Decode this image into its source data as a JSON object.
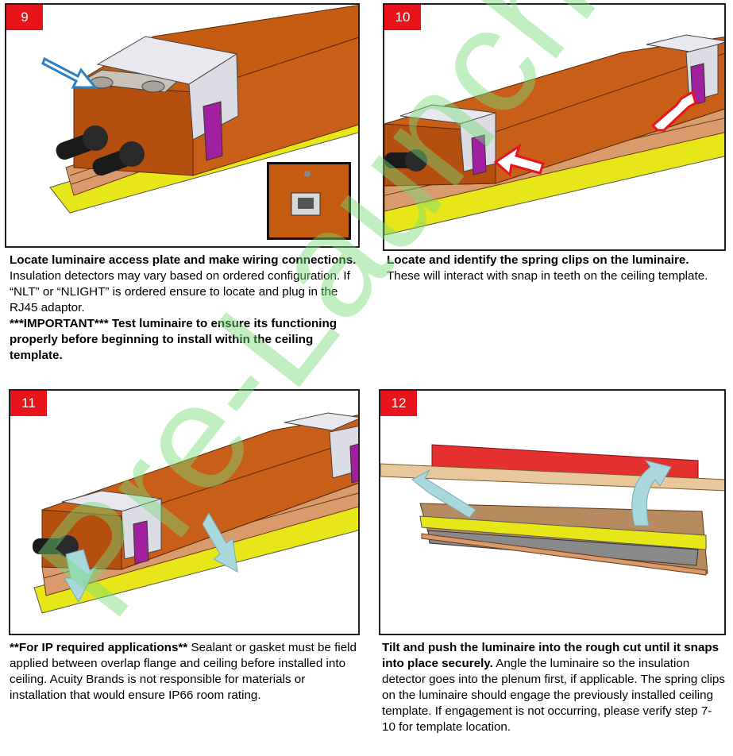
{
  "steps": [
    {
      "number": "9",
      "caption_bold": "Locate luminaire access plate and make wiring connections.",
      "caption_text": " Insulation detectors may vary based on ordered configuration. If “NLT” or “NLIGHT” is ordered ensure to locate and plug in the RJ45 adaptor.",
      "caption_bold2": "***IMPORTANT*** Test luminaire to ensure its functioning properly before beginning to install within the ceiling template."
    },
    {
      "number": "10",
      "caption_bold": "Locate and identify the spring clips on the luminaire.",
      "caption_text": " These will interact with snap in teeth on the ceiling template."
    },
    {
      "number": "11",
      "caption_bold": "**For IP required applications**",
      "caption_text": " Sealant or gasket must be field applied between overlap flange and ceiling before installed into ceiling. Acuity Brands is not responsible for materials or installation that would ensure IP66 room rating."
    },
    {
      "number": "12",
      "caption_bold": "Tilt and push the luminaire into the rough cut until it snaps into place securely.",
      "caption_text": " Angle the luminaire so the insulation detector goes into the plenum first, if applicable. The spring clips on the luminaire should engage the previously installed ceiling template. If engagement is not occurring, please verify step 7-10 for template location."
    }
  ],
  "watermark": "Pre-Launch",
  "colors": {
    "badge": "#e8141b",
    "housing": "#c55a11",
    "flange": "#e6e619",
    "clip": "#a020a0",
    "arrow_red": "#e8141b",
    "arrow_blue": "#2f7fc1",
    "arrow_light": "#a8d8dc",
    "template_red": "#e53030"
  }
}
